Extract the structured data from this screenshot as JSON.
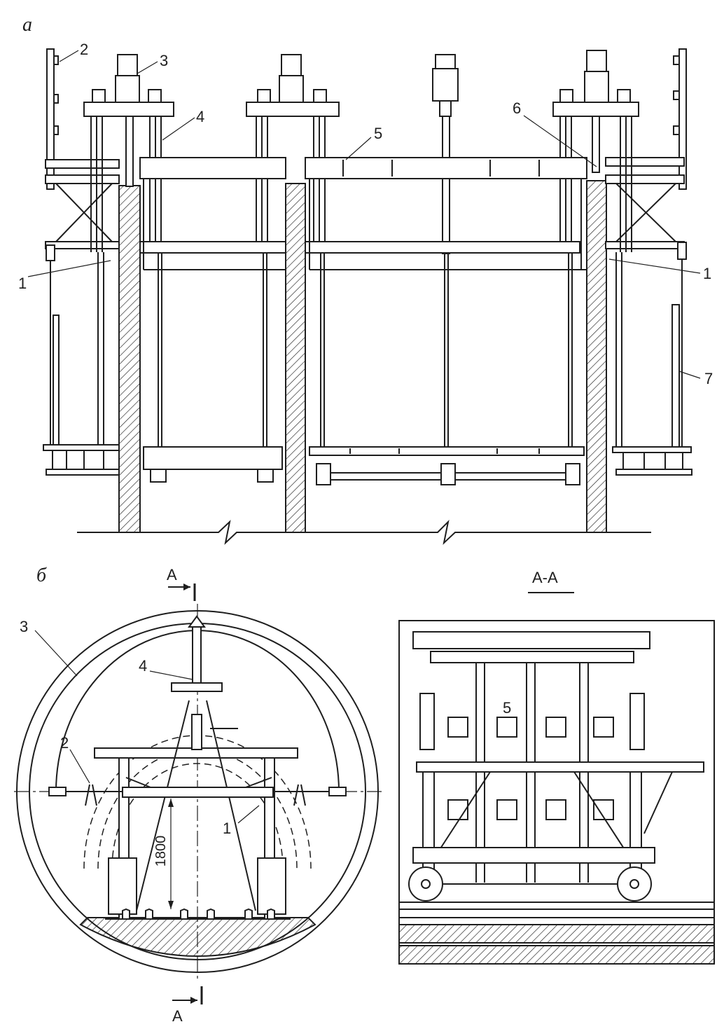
{
  "view_a": {
    "title": "а",
    "labels": {
      "l1_left": "1",
      "l1_right": "1",
      "l2": "2",
      "l3": "3",
      "l4": "4",
      "l5": "5",
      "l6": "6",
      "l7": "7"
    }
  },
  "view_b": {
    "title": "б",
    "section_mark_top": "А",
    "section_mark_bottom": "А",
    "dimension": "1800",
    "labels": {
      "l1": "1",
      "l2": "2",
      "l3": "3",
      "l4": "4"
    }
  },
  "section_aa": {
    "title": "А-А",
    "labels": {
      "l5": "5"
    }
  }
}
